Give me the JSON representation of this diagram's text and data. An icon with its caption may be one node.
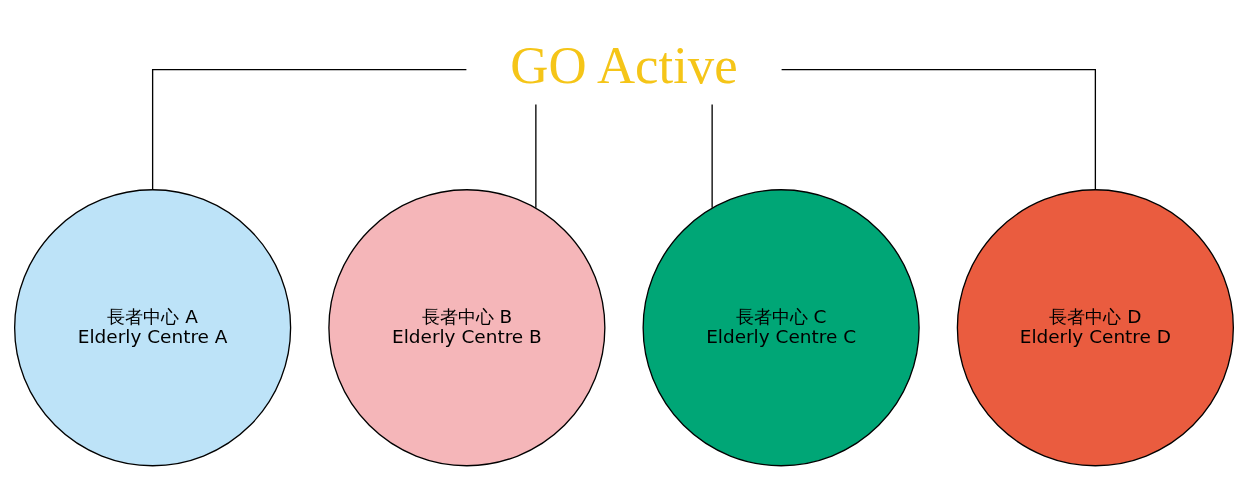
{
  "diagram": {
    "nodes": [
      {
        "text": [
          "GO Active"
        ]
      },
      {
        "text": [
          "長者中心 A",
          "Elderly Centre A"
        ]
      },
      {
        "text": [
          "長者中心 B",
          "Elderly Centre B"
        ]
      },
      {
        "text": [
          "長者中心 C",
          "Elderly Centre C"
        ]
      },
      {
        "text": [
          "長者中心 D",
          "Elderly Centre D"
        ]
      }
    ],
    "edges": [
      {
        "from": 0,
        "to": 1,
        "arrow": "none"
      },
      {
        "from": 0,
        "to": 2,
        "arrow": "none"
      },
      {
        "from": 0,
        "to": 3,
        "arrow": "none"
      },
      {
        "from": 0,
        "to": 4,
        "arrow": "none"
      }
    ]
  }
}
